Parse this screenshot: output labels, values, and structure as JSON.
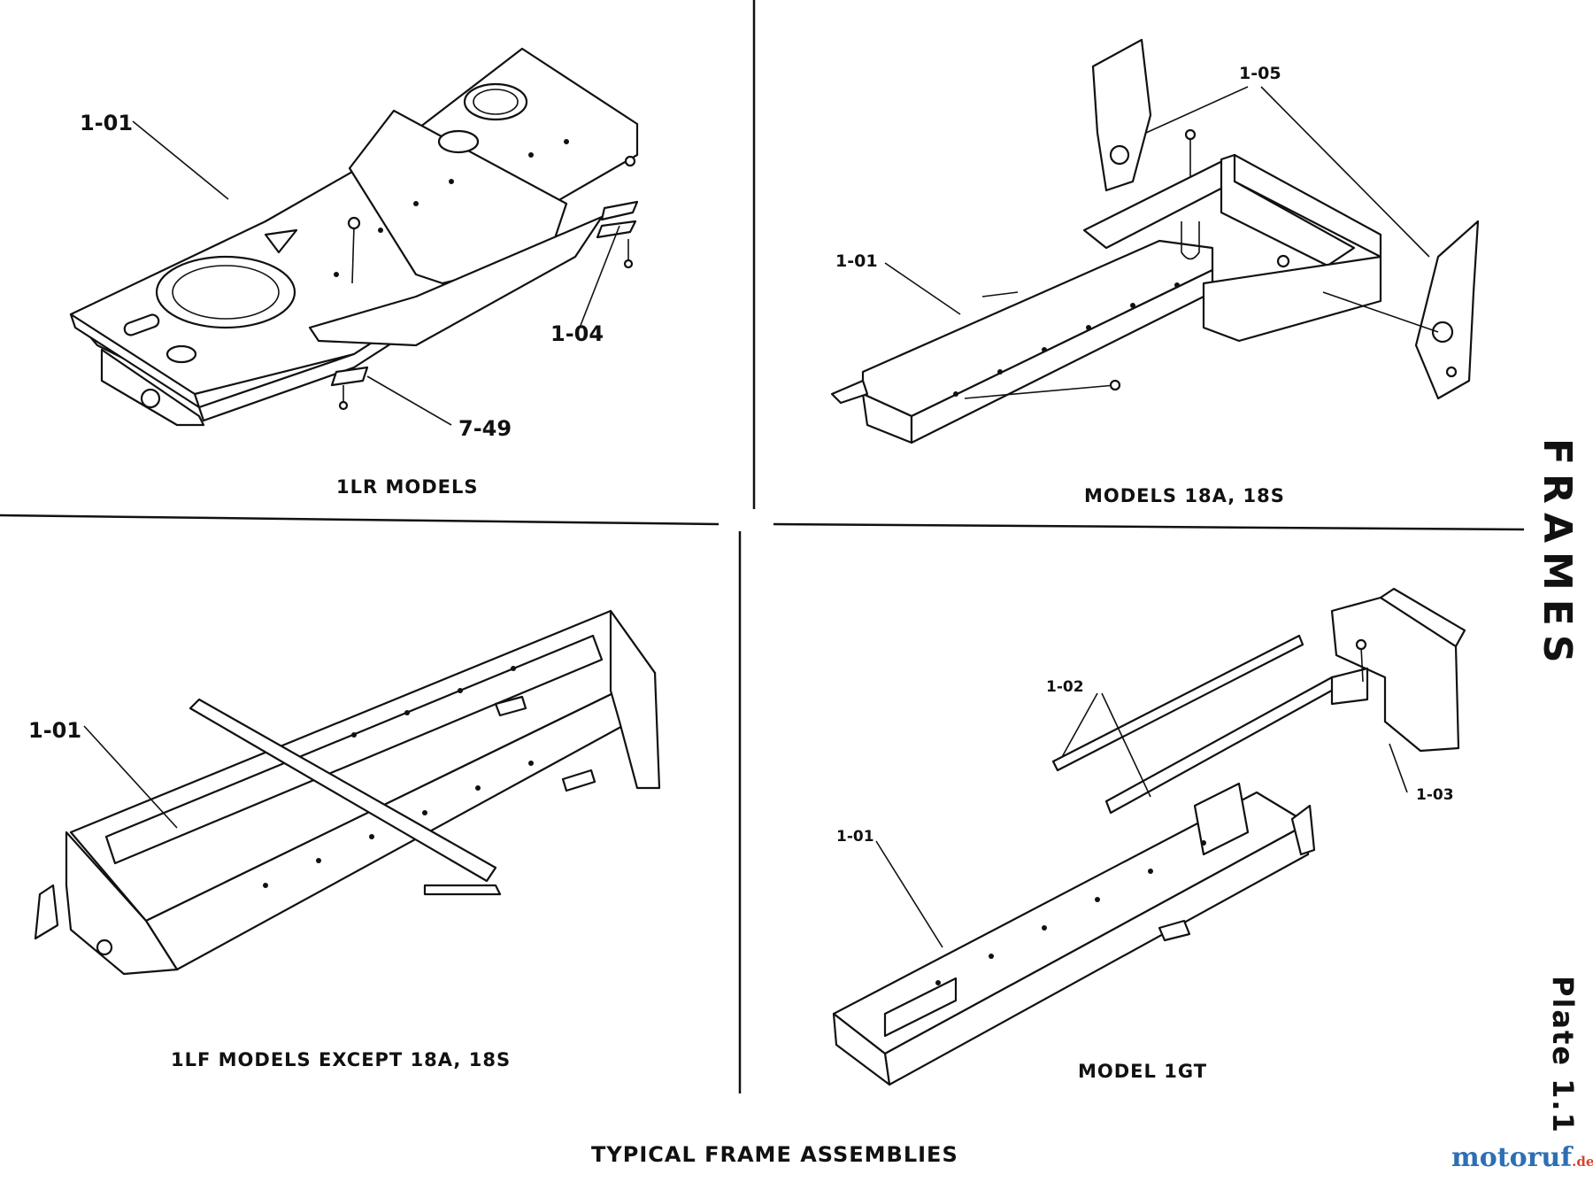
{
  "page": {
    "caption": "TYPICAL FRAME ASSEMBLIES",
    "section_title": "FRAMES",
    "plate": "Plate 1.1",
    "watermark": "motoruf",
    "watermark_suffix": ".de"
  },
  "panels": [
    {
      "title": "1LR MODELS",
      "callouts": [
        "1-01",
        "1-04",
        "7-49"
      ]
    },
    {
      "title": "MODELS 18A, 18S",
      "callouts": [
        "1-05",
        "1-01"
      ]
    },
    {
      "title": "1LF MODELS EXCEPT 18A, 18S",
      "callouts": [
        "1-01"
      ]
    },
    {
      "title": "MODEL 1GT",
      "callouts": [
        "1-02",
        "1-03",
        "1-01"
      ]
    }
  ],
  "colors": {
    "ink": "#111111",
    "paper": "#ffffff",
    "watermark_main": "#2d6fb3",
    "watermark_accent": "#d9442b"
  }
}
